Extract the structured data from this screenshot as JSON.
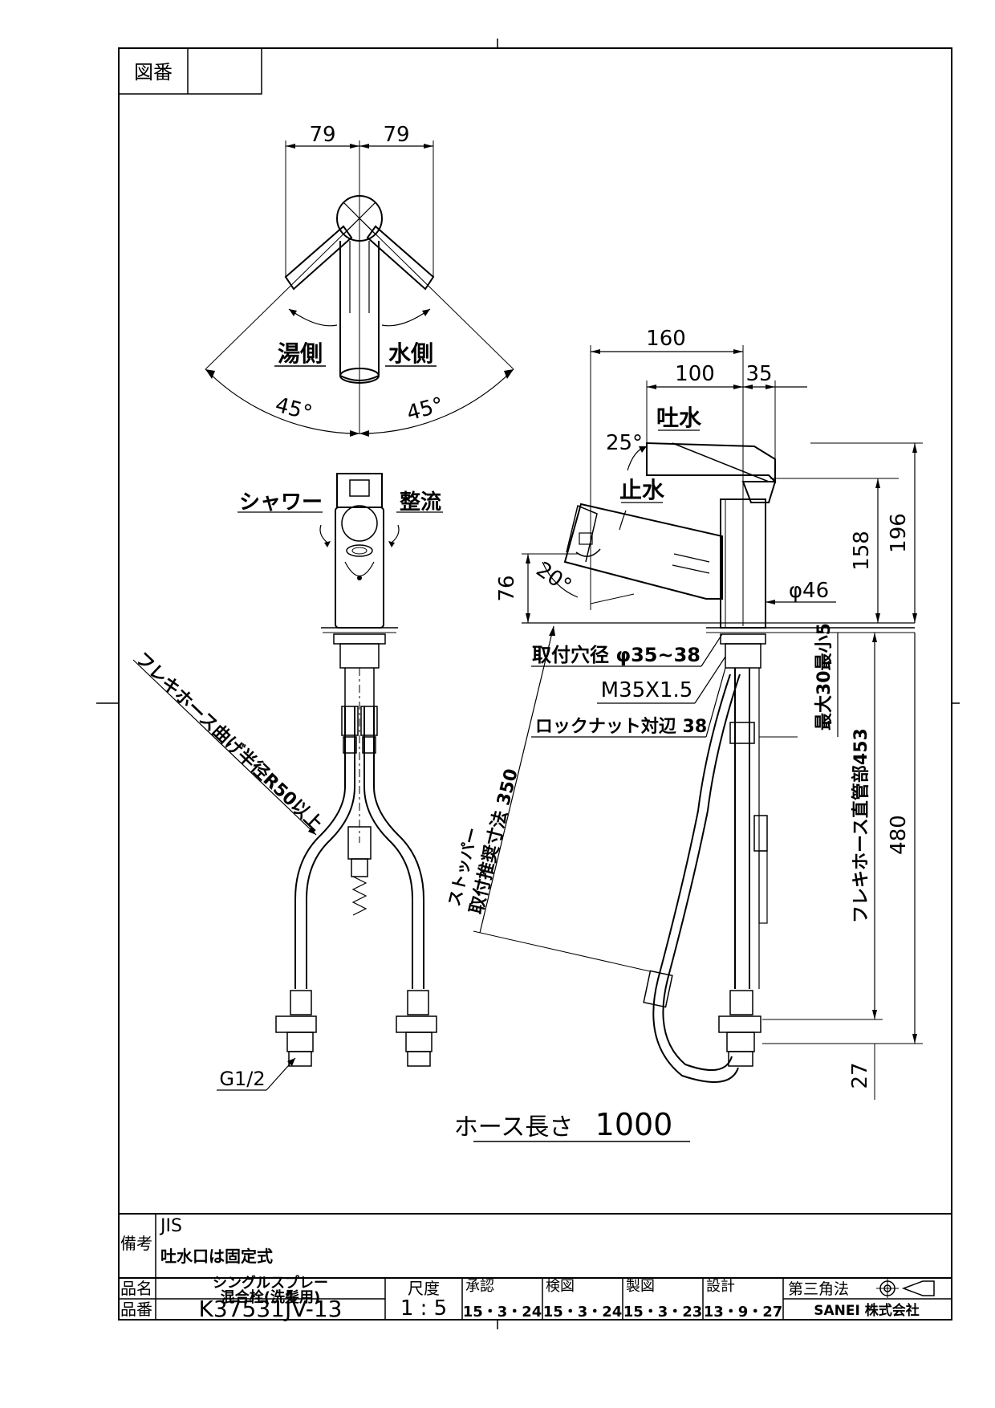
{
  "sheet": {
    "drawing_number_label": "図番",
    "drawing_number_value": ""
  },
  "top_view": {
    "dim_left": "79",
    "dim_right": "79",
    "hot_label": "湯側",
    "cold_label": "水側",
    "angle_left": "45°",
    "angle_right": "45°"
  },
  "front_view": {
    "shower_label": "シャワー",
    "straight_label": "整流",
    "hose_bend_label": "フレキホース曲げ半径R50以上",
    "thread_label": "G1/2"
  },
  "side_view": {
    "dim_160": "160",
    "dim_100": "100",
    "dim_35": "35",
    "spout_label": "吐水",
    "angle_25": "25°",
    "stop_label": "止水",
    "dim_76": "76",
    "angle_20": "20°",
    "dia_46": "φ46",
    "dim_158": "158",
    "dim_196": "196",
    "hole_label": "取付穴径 φ35~38",
    "thread_label": "M35X1.5",
    "locknut_label": "ロックナット対辺 38",
    "stopper_label_1": "ストッパー",
    "stopper_label_2": "取付推奨寸法 350",
    "thickness_label": "最大30最小5",
    "flex_label": "フレキホース直管部453",
    "dim_480": "480",
    "dim_27": "27",
    "hose_length_label": "ホース長さ",
    "hose_length_value": "1000"
  },
  "title_block": {
    "remarks_label": "備考",
    "remarks_line1": "JIS",
    "remarks_line2": "吐水口は固定式",
    "name_label": "品名",
    "name_line1": "シングルスプレー",
    "name_line2": "混合栓(洗髪用)",
    "number_label": "品番",
    "number_value": "K37531JV-13",
    "scale_label": "尺度",
    "scale_value": "1 : 5",
    "approved_label": "承認",
    "approved_date": "15・3・24",
    "checked_label": "検図",
    "checked_date": "15・3・24",
    "drawn_label": "製図",
    "drawn_date": "15・3・23",
    "design_label": "設計",
    "design_date": "13・9・27",
    "projection_label": "第三角法",
    "company": "SANEI 株式会社"
  }
}
